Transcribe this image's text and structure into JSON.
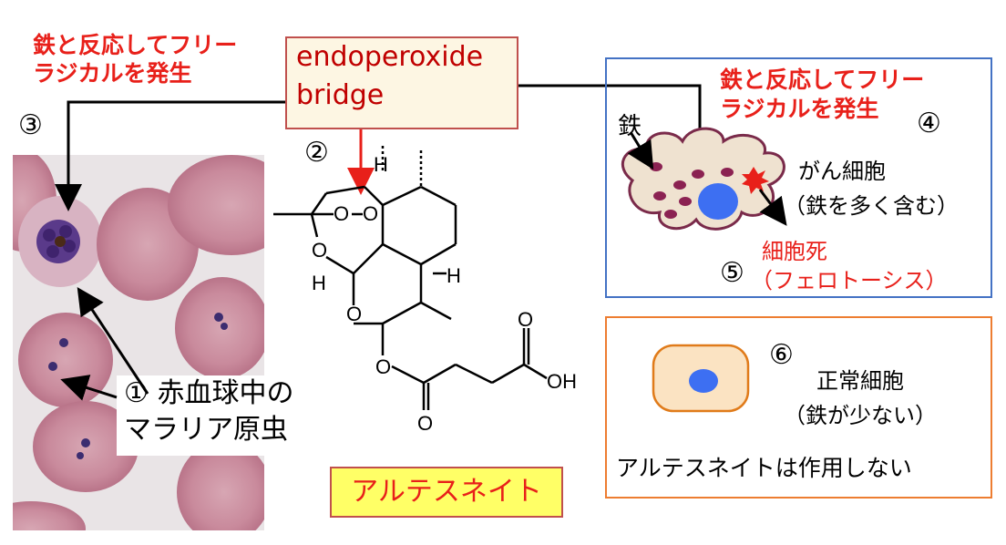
{
  "top_left_text": [
    "鉄と反応してフリー",
    "ラジカルを発生"
  ],
  "callout": [
    "endoperoxide",
    "bridge"
  ],
  "labels": {
    "n1": "①",
    "n2": "②",
    "n3": "③",
    "n4": "④",
    "n5": "⑤",
    "n6": "⑥"
  },
  "parasite_label": [
    "赤血球中の",
    "マラリア原虫"
  ],
  "drug_name": "アルテスネイト",
  "molecule_atoms": {
    "H_top": "H",
    "H_left": "H",
    "H_right": "H",
    "O1": "O",
    "O2": "O",
    "O3": "O",
    "O4": "O",
    "O5": "O",
    "O6": "O",
    "OH": "OH"
  },
  "cancer_box": {
    "header": [
      "鉄と反応してフリー",
      "ラジカルを発生"
    ],
    "iron": "鉄",
    "cell_name": "がん細胞",
    "cell_note": "（鉄を多く含む）",
    "death": "細胞死",
    "death_note": "（フェロトーシス）"
  },
  "normal_box": {
    "cell_name": "正常細胞",
    "cell_note": "（鉄が少ない）",
    "footer": "アルテスネイトは作用しない"
  },
  "colors": {
    "accent_red": "#e8201a",
    "blue_border": "#4472c4",
    "orange_border": "#ed7d31",
    "nucleus": "#3d6ff2"
  }
}
